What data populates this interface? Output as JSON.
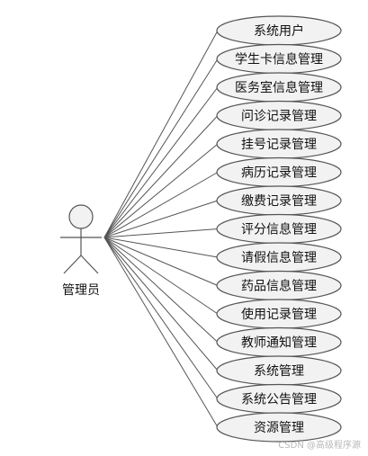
{
  "actor": {
    "label": "管理员",
    "icon": "stick-figure-actor"
  },
  "use_cases": [
    "系统用户",
    "学生卡信息管理",
    "医务室信息管理",
    "问诊记录管理",
    "挂号记录管理",
    "病历记录管理",
    "缴费记录管理",
    "评分信息管理",
    "请假信息管理",
    "药品信息管理",
    "使用记录管理",
    "教师通知管理",
    "系统管理",
    "系统公告管理",
    "资源管理"
  ],
  "watermark": "CSDN @高级程序源",
  "colors": {
    "line": "#555555",
    "ellipse_fill": "#f2f2f2",
    "ellipse_stroke": "#555555"
  }
}
